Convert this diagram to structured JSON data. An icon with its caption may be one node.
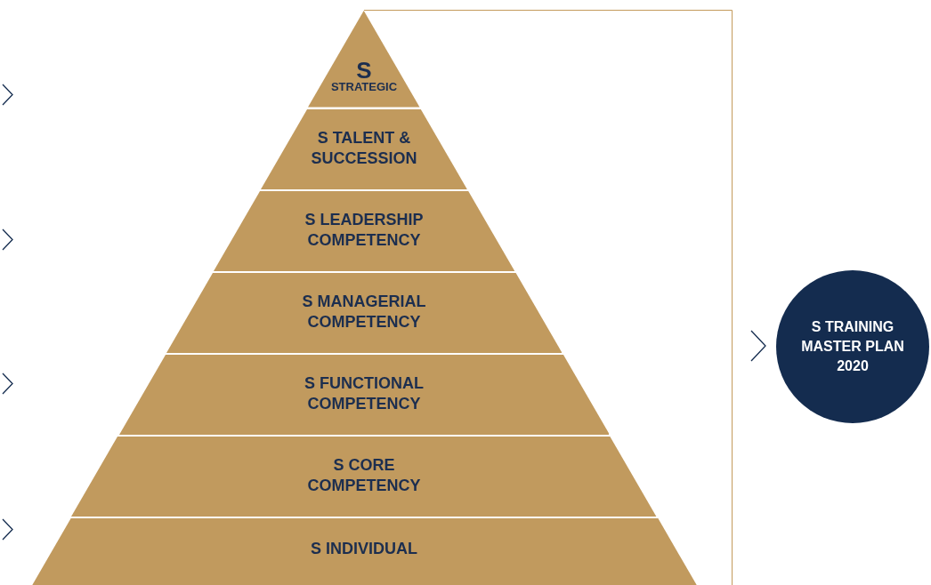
{
  "diagram": {
    "nodes": [
      {
        "text": [
          "S",
          "STRATEGIC"
        ]
      },
      {
        "text": [
          "S TALENT & SUCCESSION"
        ]
      },
      {
        "text": [
          "S LEADERSHIP COMPETENCY"
        ]
      },
      {
        "text": [
          "S MANAGERIAL COMPETENCY"
        ]
      },
      {
        "text": [
          "S FUNCTIONAL COMPETENCY"
        ]
      },
      {
        "text": [
          "S CORE COMPETENCY"
        ]
      },
      {
        "text": [
          "S INDIVIDUAL"
        ]
      },
      {
        "text": [
          "S TRAINING MASTER PLAN 2020"
        ]
      }
    ]
  }
}
